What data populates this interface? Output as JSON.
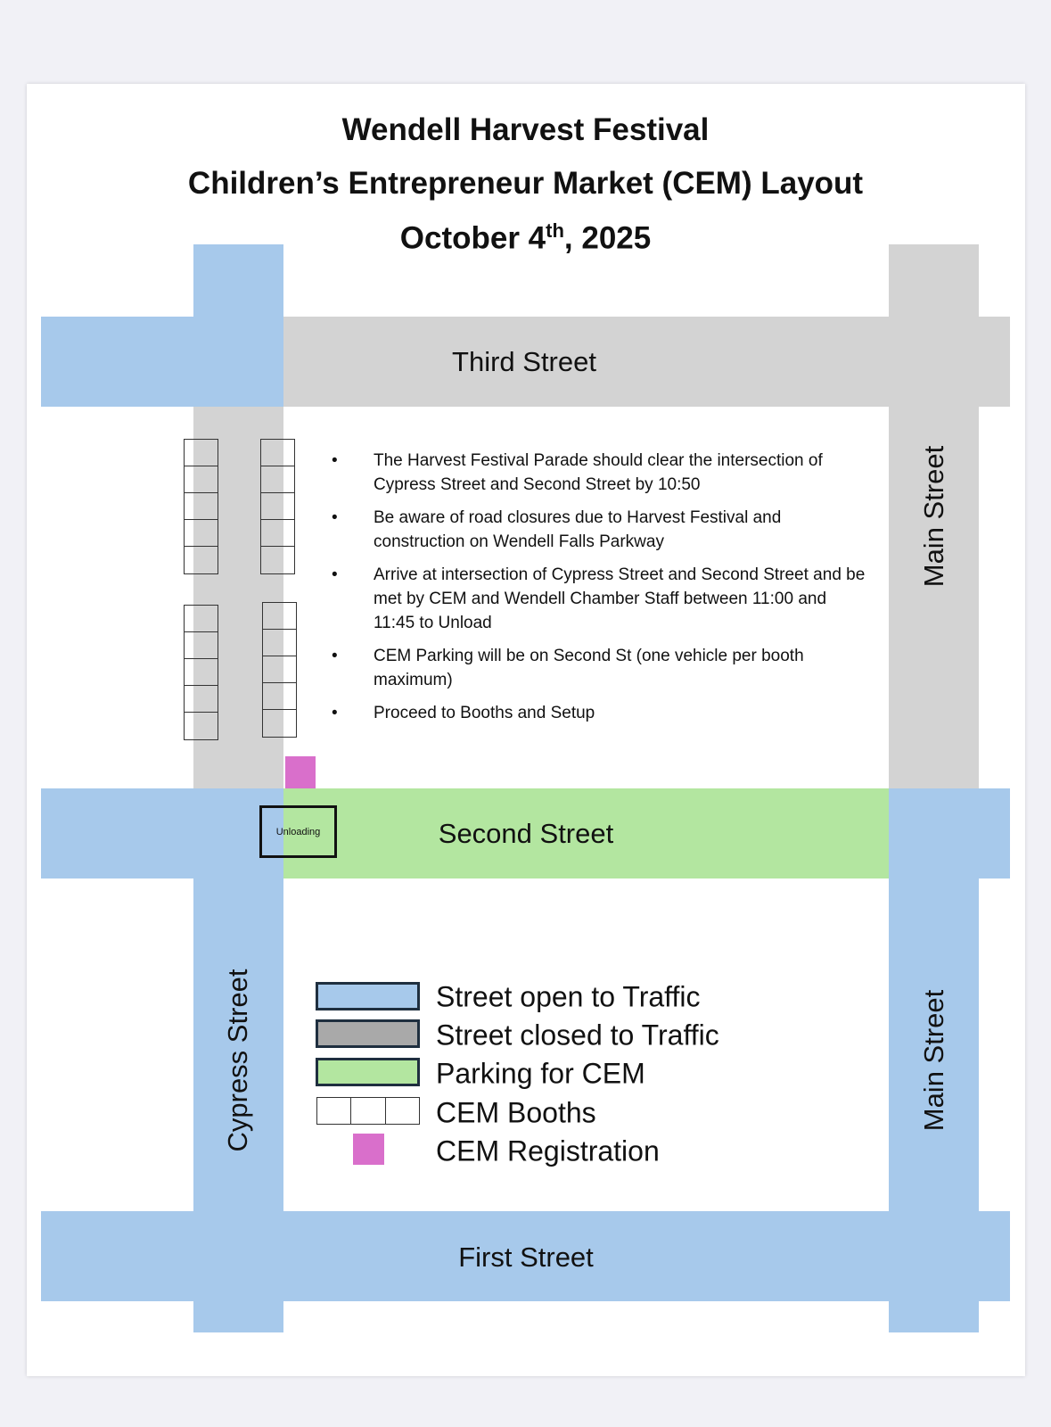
{
  "title": {
    "line1": "Wendell Harvest Festival",
    "line2": "Children’s Entrepreneur Market (CEM) Layout",
    "line3_pre": "October 4",
    "line3_sup": "th",
    "line3_post": ", 2025"
  },
  "streets": {
    "third": "Third Street",
    "second": "Second Street",
    "first": "First Street",
    "main_top": "Main Street",
    "main_bottom": "Main Street",
    "cypress": "Cypress Street"
  },
  "unloading": "Unloading",
  "instructions": [
    "The Harvest Festival Parade should clear the intersection of Cypress Street and Second Street by 10:50",
    "Be aware of road closures due to Harvest Festival and construction on Wendell Falls Parkway",
    "Arrive at intersection of Cypress Street and Second Street and be met by CEM and Wendell Chamber Staff between 11:00 and 11:45 to Unload",
    "CEM Parking will be on Second St (one vehicle per booth maximum)",
    "Proceed to Booths and Setup"
  ],
  "legend": [
    "Street open to Traffic",
    "Street closed to Traffic",
    "Parking for CEM",
    "CEM Booths",
    "CEM Registration"
  ],
  "colors": {
    "open": "#a7c9eb",
    "closed": "#d3d3d3",
    "parking": "#b3e6a0",
    "registration": "#d96fcb"
  }
}
